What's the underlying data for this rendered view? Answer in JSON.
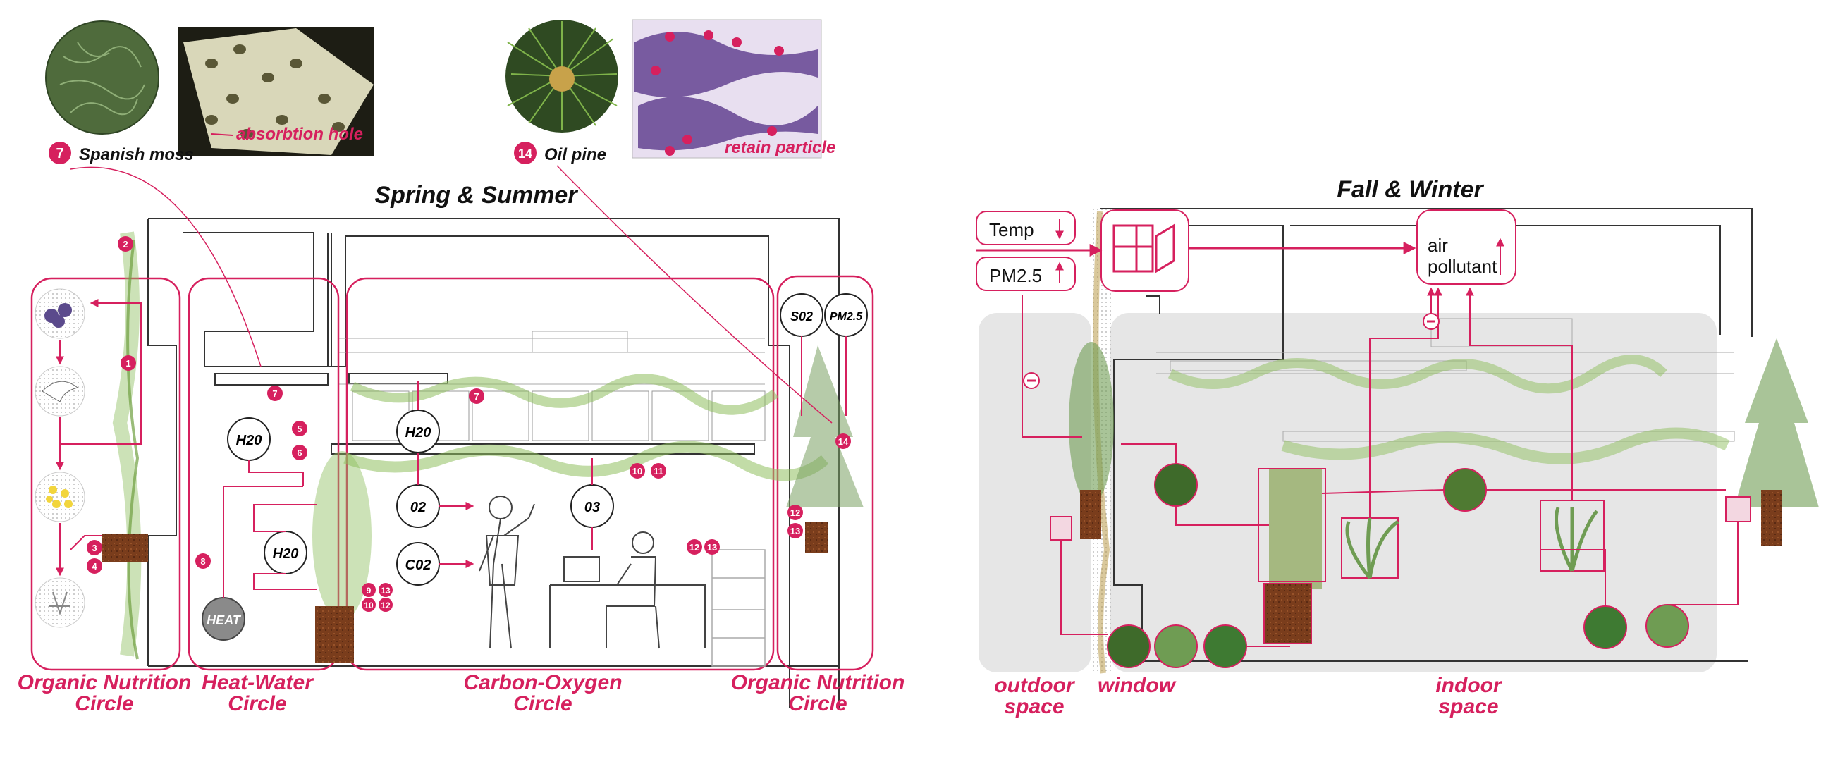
{
  "colors": {
    "accent": "#d6205e",
    "line": "#3a3a3a",
    "plant": "#7fa84a",
    "soil": "#7a3d1c",
    "shade": "#e6e6e6"
  },
  "left_panel": {
    "title": "Spring & Summer",
    "photo_captions": {
      "moss_number": "7",
      "moss_name": "Spanish moss",
      "absorption": "absorbtion hole",
      "pine_number": "14",
      "pine_name": "Oil pine",
      "retain": "retain particle"
    },
    "circles": [
      "H20",
      "H20",
      "H20",
      "02",
      "03",
      "C02",
      "S02",
      "PM2.5",
      "HEAT"
    ],
    "markers": [
      "2",
      "1",
      "3",
      "4",
      "5",
      "6",
      "7",
      "7",
      "8",
      "9",
      "13",
      "10",
      "12",
      "10",
      "11",
      "12",
      "13",
      "12",
      "13",
      "14"
    ],
    "zone_labels": [
      {
        "line1": "Organic Nutrition",
        "line2": "Circle"
      },
      {
        "line1": "Heat-Water",
        "line2": "Circle"
      },
      {
        "line1": "Carbon-Oxygen",
        "line2": "Circle"
      },
      {
        "line1": "Organic Nutrition",
        "line2": "Circle"
      }
    ]
  },
  "right_panel": {
    "title": "Fall & Winter",
    "temp_label": "Temp",
    "pm_label": "PM2.5",
    "air_line1": "air",
    "air_line2": "pollutant",
    "zone_labels": [
      {
        "line1": "outdoor",
        "line2": "space"
      },
      {
        "line1": "window",
        "line2": ""
      },
      {
        "line1": "indoor",
        "line2": "space"
      }
    ]
  }
}
